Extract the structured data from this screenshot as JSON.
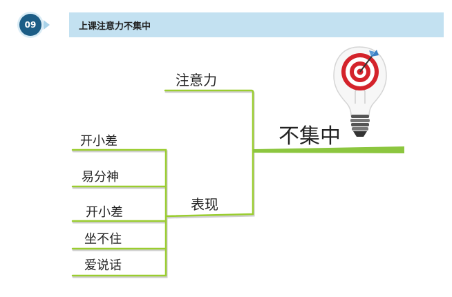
{
  "header": {
    "number": "09",
    "title": "上课注意力不集中"
  },
  "mindmap": {
    "root": "不集中",
    "branch_attention": "注意力",
    "branch_symptoms": "表现",
    "symptoms": [
      "开小差",
      "易分神",
      "开小差",
      "坐不住",
      "爱说话"
    ]
  },
  "colors": {
    "line": "#9acd2f",
    "line_shadow": "#c9c9c9",
    "header_bg": "#c3e1f1",
    "badge": "#1c5d86",
    "target_red": "#d4232b"
  },
  "icons": {
    "illustration": "lightbulb-target-icon"
  }
}
